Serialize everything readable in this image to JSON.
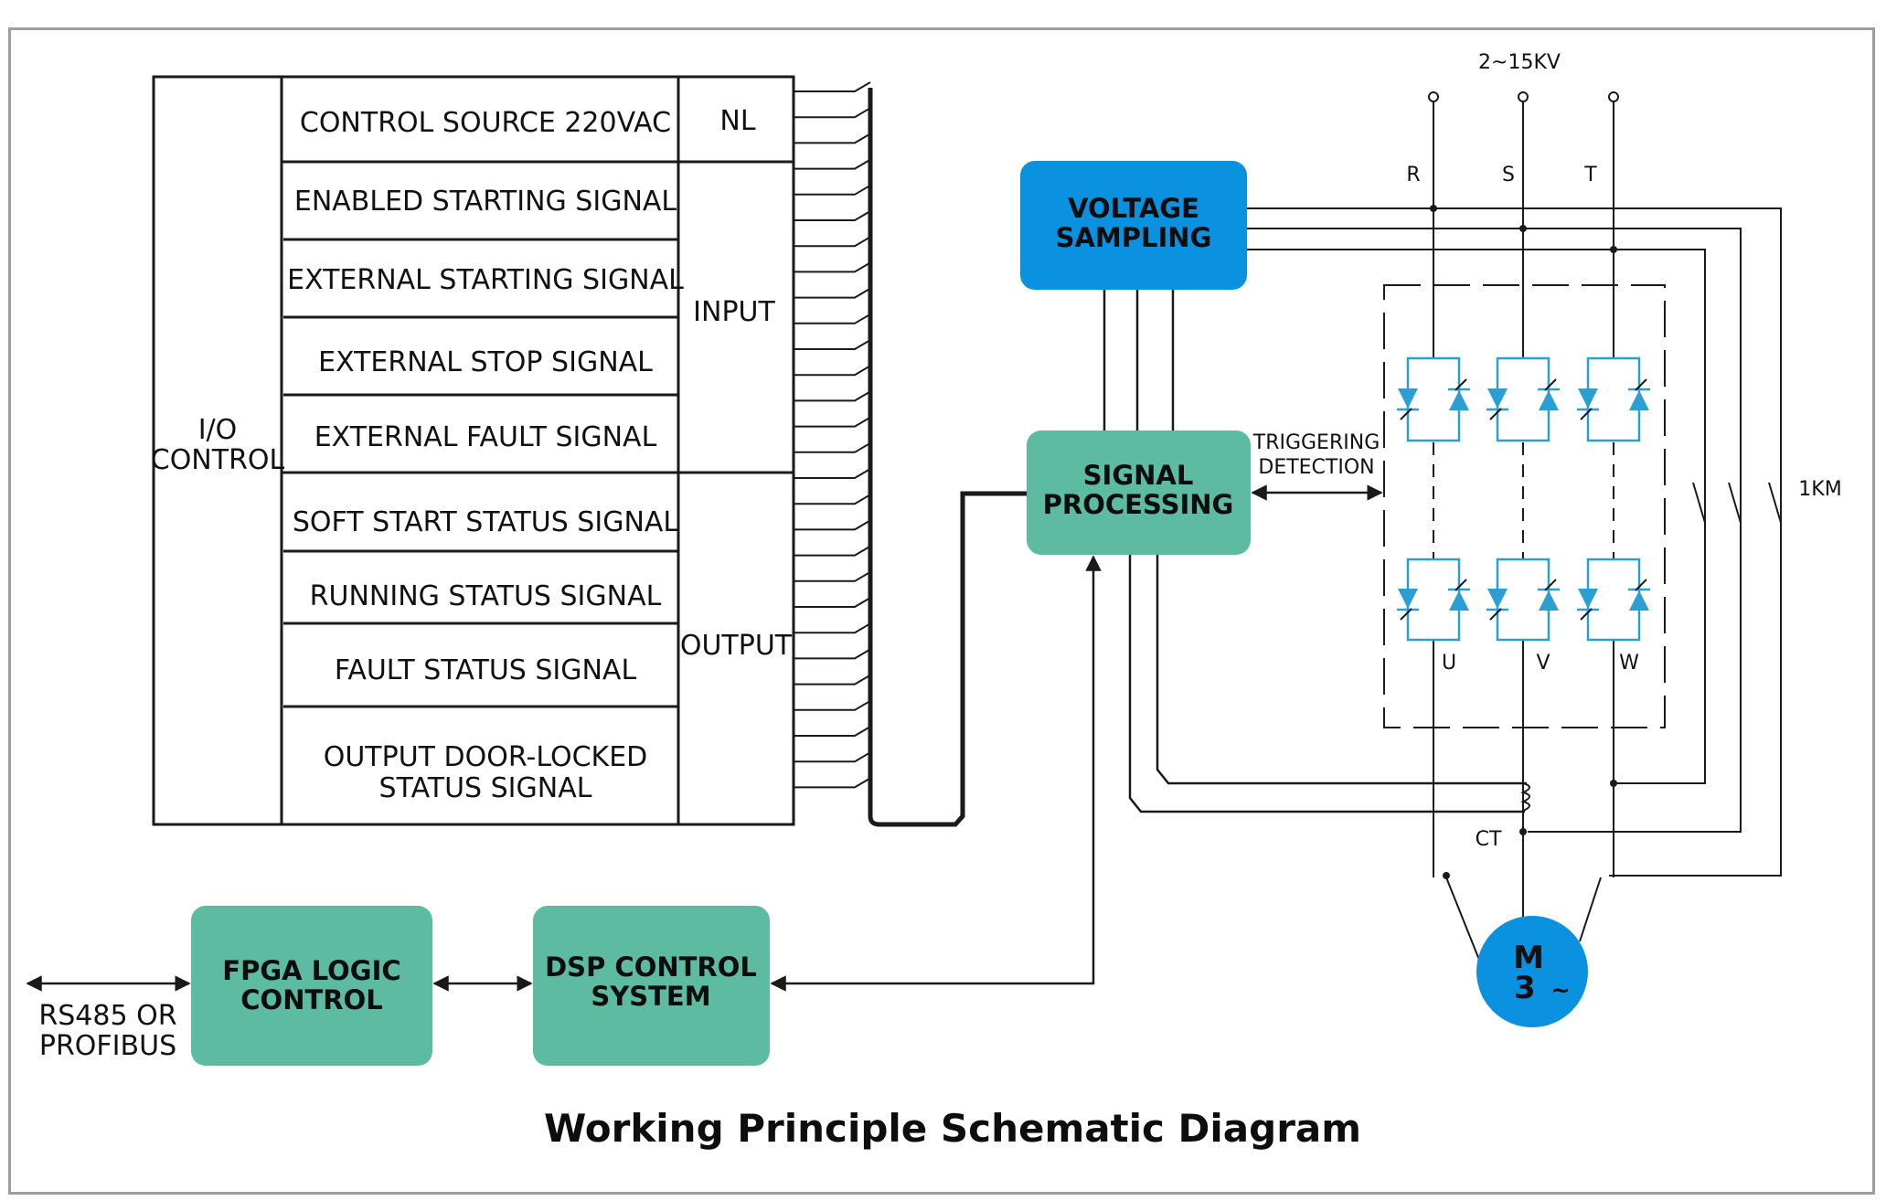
{
  "io_panel": {
    "group_label_line1": "I/O",
    "group_label_line2": "CONTROL",
    "rows": [
      "CONTROL SOURCE 220VAC",
      "ENABLED STARTING SIGNAL",
      "EXTERNAL STARTING SIGNAL",
      "EXTERNAL STOP SIGNAL",
      "EXTERNAL FAULT SIGNAL",
      "SOFT START STATUS SIGNAL",
      "RUNNING STATUS SIGNAL",
      "FAULT STATUS SIGNAL",
      "OUTPUT DOOR-LOCKED",
      "STATUS SIGNAL"
    ],
    "categories": {
      "nl": "NL",
      "input": "INPUT",
      "output": "OUTPUT"
    }
  },
  "blocks": {
    "voltage_sampling": {
      "line1": "VOLTAGE",
      "line2": "SAMPLING"
    },
    "signal_processing": {
      "line1": "SIGNAL",
      "line2": "PROCESSING"
    },
    "fpga": {
      "line1": "FPGA LOGIC",
      "line2": "CONTROL"
    },
    "dsp": {
      "line1": "DSP CONTROL",
      "line2": "SYSTEM"
    }
  },
  "labels": {
    "triggering_line1": "TRIGGERING",
    "triggering_line2": "DETECTION",
    "voltage": "2~15KV",
    "phase_r": "R",
    "phase_s": "S",
    "phase_t": "T",
    "out_u": "U",
    "out_v": "V",
    "out_w": "W",
    "km": "1KM",
    "ct": "CT",
    "rs485_line1": "RS485 OR",
    "rs485_line2": "PROFIBUS",
    "motor_line1": "M",
    "motor_line2": "3",
    "motor_tilde": "~"
  },
  "title": "Working Principle Schematic Diagram",
  "colors": {
    "voltage_block": "#0a91e0",
    "green_block": "#5dbba1",
    "motor": "#0a91e0",
    "thyristor": "#2b9fd4",
    "line": "#1a1a1a"
  }
}
